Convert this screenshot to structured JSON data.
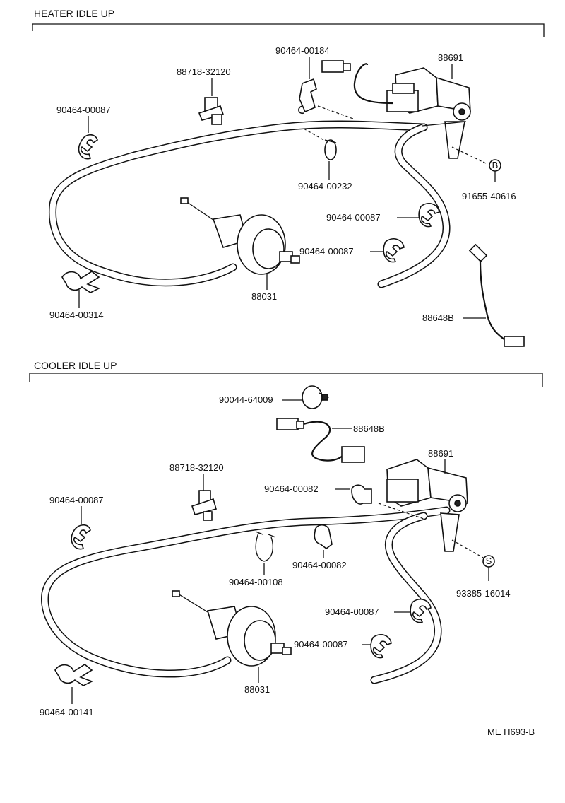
{
  "sections": [
    {
      "title": "HEATER IDLE UP",
      "labels": {
        "l1": "90464-00184",
        "l2": "88691",
        "l3": "88718-32120",
        "l4": "90464-00087",
        "l5": "90464-00232",
        "l6": "91655-40616",
        "l7": "90464-00087",
        "l8": "90464-00087",
        "l9": "88031",
        "l10": "90464-00314",
        "l11": "88648B"
      },
      "circle_marker": "B"
    },
    {
      "title": "COOLER IDLE UP",
      "labels": {
        "l1": "90044-64009",
        "l2": "88648B",
        "l3": "88691",
        "l4": "88718-32120",
        "l5": "90464-00082",
        "l6": "90464-00087",
        "l7": "90464-00082",
        "l8": "90464-00108",
        "l9": "93385-16014",
        "l10": "90464-00087",
        "l11": "90464-00087",
        "l12": "88031",
        "l13": "90464-00141"
      },
      "circle_marker": "S"
    }
  ],
  "footer_code": "ME  H693-B"
}
